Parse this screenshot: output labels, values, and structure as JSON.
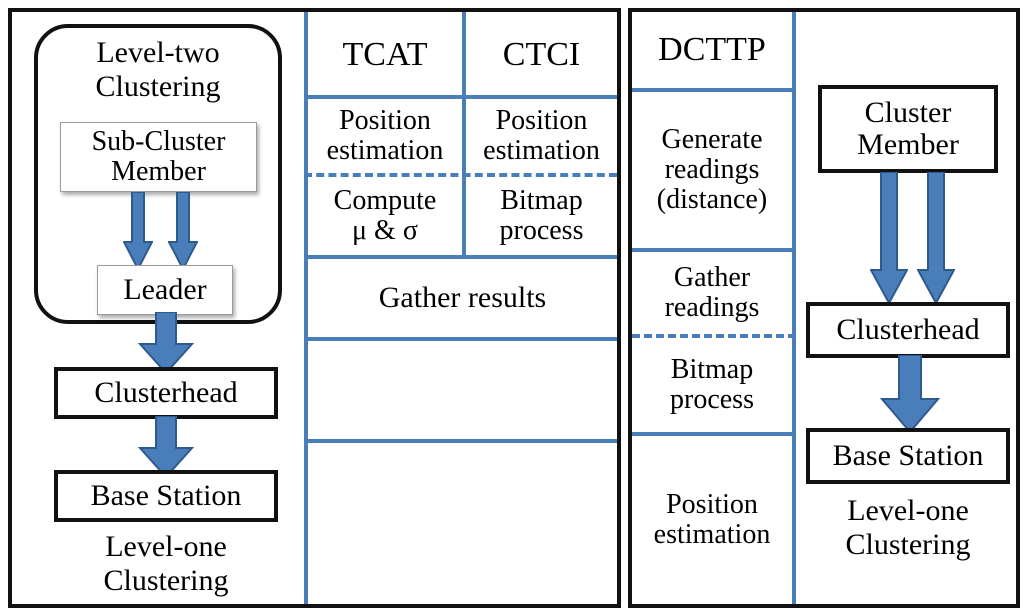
{
  "diagram": {
    "title_semantic": "comparison-of-tcat-ctci-dctp-clustering-protocols",
    "colors": {
      "accent_blue": "#4a7ebb",
      "arrow_fill": "#4a7ebb",
      "arrow_stroke": "#2e5a8e",
      "border_black": "#111111",
      "soft_border_gray": "#9a9a9a",
      "background": "#ffffff"
    }
  },
  "left_panel": {
    "level_two_label_line1": "Level-two",
    "level_two_label_line2": "Clustering",
    "sub_cluster_member_line1": "Sub-Cluster",
    "sub_cluster_member_line2": "Member",
    "leader": "Leader",
    "clusterhead": "Clusterhead",
    "base_station": "Base Station",
    "level_one_label_line1": "Level-one",
    "level_one_label_line2": "Clustering",
    "arrows": [
      {
        "name": "arrow-member-to-leader-left"
      },
      {
        "name": "arrow-member-to-leader-right"
      },
      {
        "name": "arrow-leader-to-clusterhead"
      },
      {
        "name": "arrow-clusterhead-to-base-station"
      }
    ]
  },
  "middle_table": {
    "columns": [
      "TCAT",
      "CTCI"
    ],
    "rows": [
      {
        "name": "position-estimation-row",
        "divider_below": "solid",
        "tcat": "Position\nestimation",
        "ctci": "Position\nestimation"
      },
      {
        "name": "compute-bitmap-row",
        "divider_above": "dashed",
        "tcat_line1": "Compute",
        "tcat_line2": "μ & σ",
        "ctci_line1": "Bitmap",
        "ctci_line2": "process"
      }
    ],
    "tcat_cells": [
      "Position estimation",
      "Compute μ & σ"
    ],
    "ctci_cells": [
      "Position estimation",
      "Bitmap process"
    ],
    "merged_row": "Gather results",
    "empty_rows": 2
  },
  "dcttp_column": {
    "header": "DCTTP",
    "cells": [
      {
        "name": "generate-readings-cell",
        "line1": "Generate",
        "line2": "readings",
        "line3": "(distance)"
      },
      {
        "name": "gather-readings-cell",
        "line1": "Gather",
        "line2": "readings"
      },
      {
        "name": "bitmap-process-cell",
        "line1": "Bitmap",
        "line2": "process"
      },
      {
        "name": "position-estimation-cell",
        "line1": "Position",
        "line2": "estimation"
      }
    ]
  },
  "right_panel": {
    "cluster_member_line1": "Cluster",
    "cluster_member_line2": "Member",
    "clusterhead": "Clusterhead",
    "base_station": "Base Station",
    "level_one_label_line1": "Level-one",
    "level_one_label_line2": "Clustering",
    "arrows": [
      {
        "name": "arrow-member-to-clusterhead-left"
      },
      {
        "name": "arrow-member-to-clusterhead-right"
      },
      {
        "name": "arrow-clusterhead-to-base-station"
      }
    ]
  }
}
